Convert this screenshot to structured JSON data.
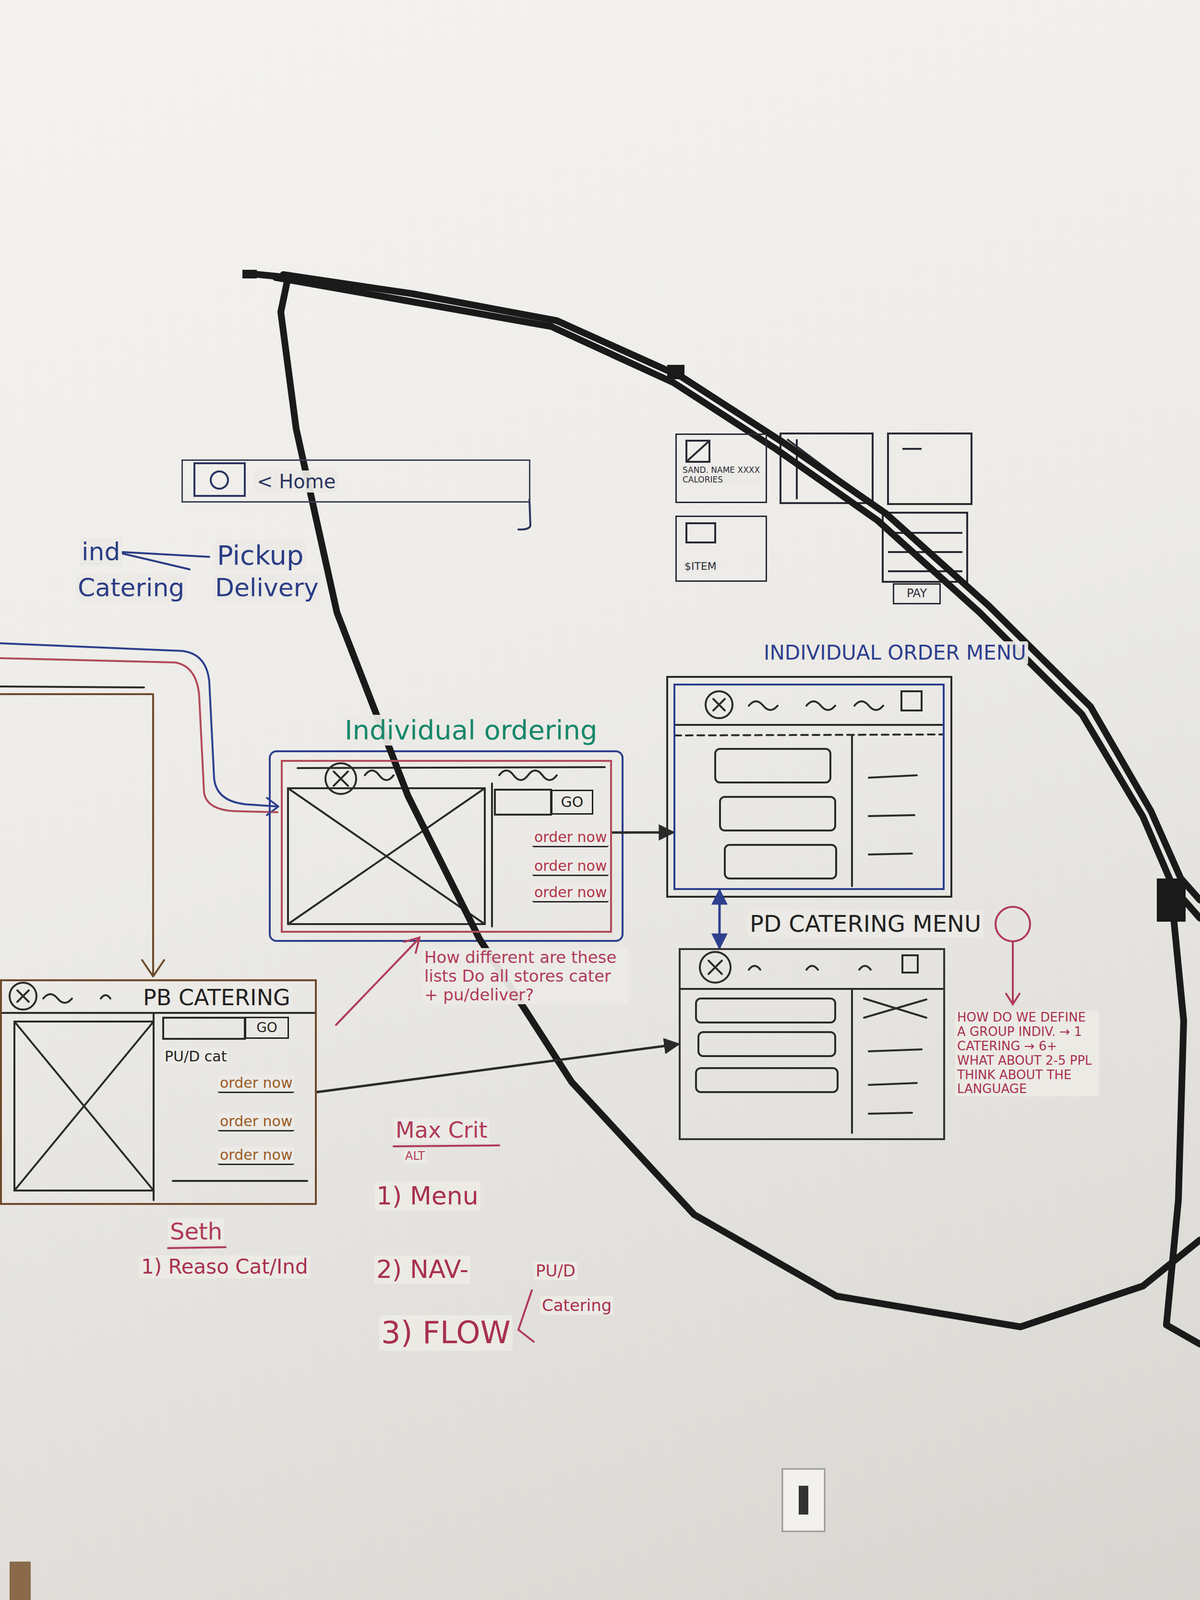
{
  "diagram": {
    "nodes": [
      {
        "text": [
          "< Home"
        ]
      },
      {
        "text": [
          "SAND. NAME XXXX CALORIES"
        ]
      },
      {
        "text": [
          "$ITEM"
        ]
      },
      {
        "text": [
          "PAY"
        ]
      },
      {
        "text": [
          "Individual ordering",
          "order now",
          "order now",
          "order now"
        ]
      },
      {
        "text": [
          "GO"
        ],
        "in": 4
      },
      {
        "text": [
          "INDIVIDUAL ORDER MENU"
        ]
      },
      {
        "text": [
          "PB CATERING",
          "PU/D cat",
          "order now",
          "order now",
          "order now"
        ]
      },
      {
        "text": [
          "GO"
        ],
        "in": 7
      },
      {
        "text": [
          "PD CATERING MENU"
        ]
      }
    ],
    "edges": [
      {
        "from": 4,
        "to": 6,
        "arrow": "to"
      },
      {
        "from": 7,
        "to": 9,
        "arrow": "to"
      },
      {
        "from": 6,
        "to": 9,
        "arrow": "both"
      }
    ],
    "labels": [
      "ind",
      "Catering",
      "Pickup",
      "Delivery",
      "How different are these lists Do all stores cater + pu/deliver?",
      "HOW DO WE DEFINE A GROUP INDIV. → 1 CATERING → 6+ WHAT ABOUT 2-5 PPL THINK ABOUT THE LANGUAGE",
      "Max Crit",
      "ALT",
      "1) Menu",
      "2) NAV-",
      "3) FLOW",
      "PU/D",
      "Catering",
      "Seth",
      "1) Reaso Cat/Ind"
    ]
  }
}
